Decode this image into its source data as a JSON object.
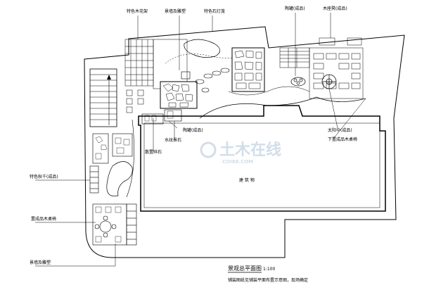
{
  "labels": {
    "flower_stand": "特色木花架",
    "wall_fountain": "景墙及雕塑",
    "stone_lamp": "特色石灯笼",
    "pottery_jar_top": "陶罐(成品)",
    "wood_seat": "木座凳(成品)",
    "pottery_jar_mid": "陶罐(成品)",
    "water_stone": "水纹景石",
    "scatter_stone": "散置碎石",
    "parasol": "太阳伞(成品)",
    "wood_table": "下置成品木桌椅",
    "special_bench": "特色秋千(成品)",
    "table_set_left": "置成品木桌椅",
    "wall_sculpture_bottom": "景墙及雕塑",
    "building": "建  筑  物"
  },
  "title": {
    "main": "景观总平面图",
    "scale": "1:100",
    "note": "铺装图纸见铺装平面布置示意图，现场确定"
  },
  "watermark": {
    "text": "土木在线",
    "sub": "COI88.COM"
  }
}
